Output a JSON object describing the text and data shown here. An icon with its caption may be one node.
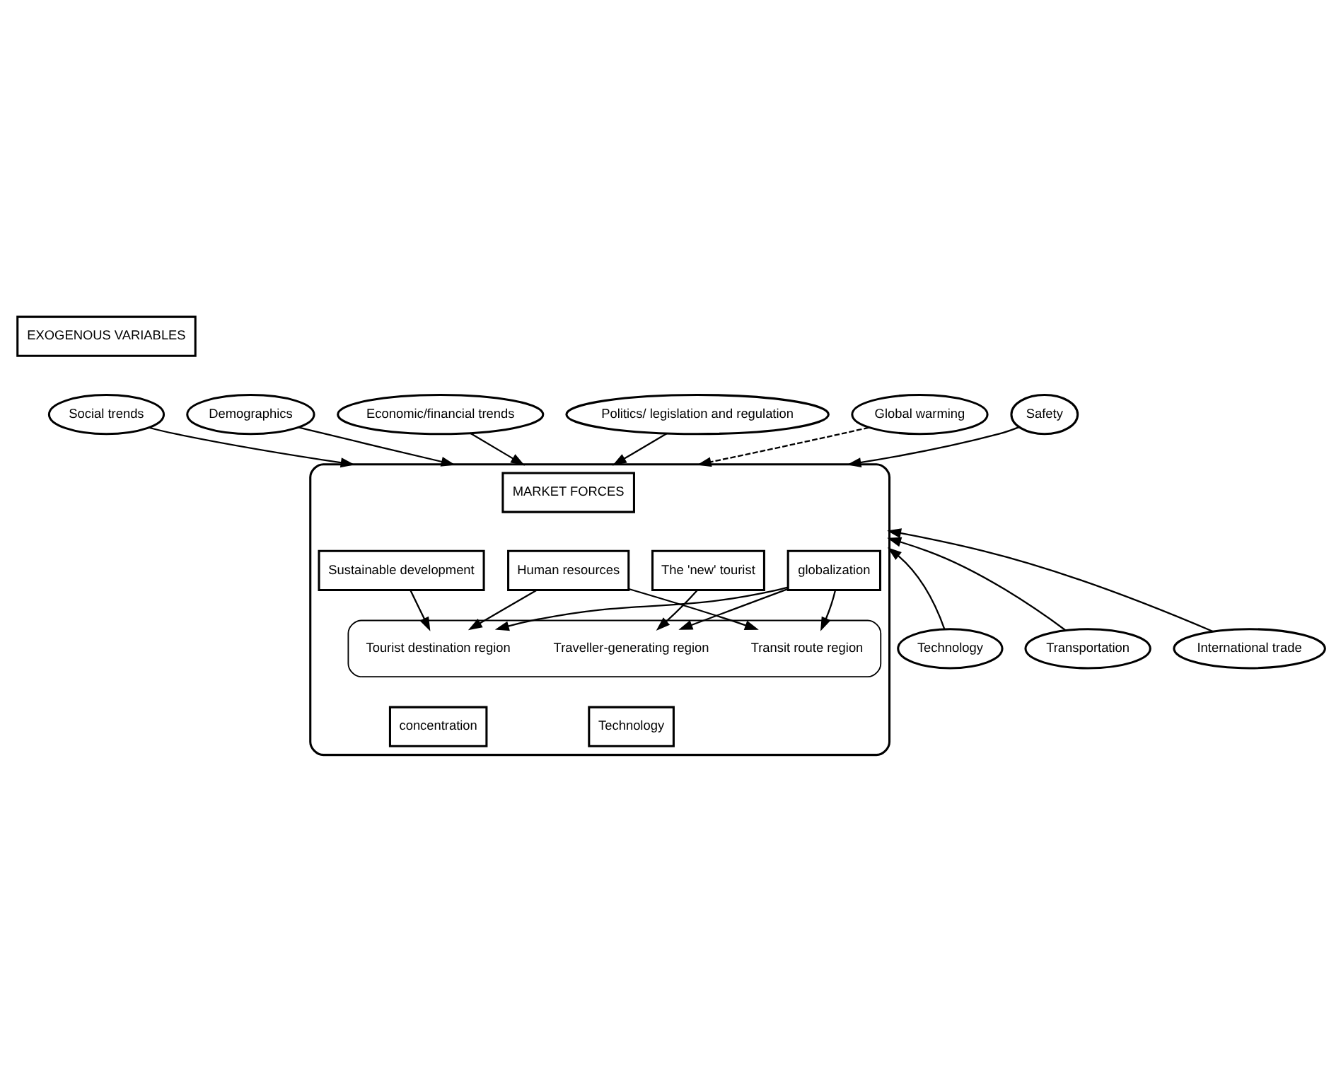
{
  "diagram": {
    "nodes": [
      {
        "text": [
          "EXOGENOUS VARIABLES"
        ]
      },
      {
        "text": [
          "Demographics"
        ]
      },
      {
        "text": [
          "Social trends"
        ]
      },
      {
        "text": [
          "Economic/financial trends"
        ]
      },
      {
        "text": [
          "Politics/ legislation and regulation"
        ]
      },
      {
        "text": [
          "Global warming"
        ]
      },
      {
        "text": [
          "Safety"
        ]
      },
      {
        "text": [
          "Technology"
        ]
      },
      {
        "text": [
          "Transportation"
        ]
      },
      {
        "text": [
          "International trade"
        ]
      },
      {
        "text": [],
        "shape": "box"
      },
      {
        "text": [
          "MARKET FORCES"
        ],
        "in": 10
      },
      {
        "text": [
          "The 'new' tourist"
        ],
        "in": 10
      },
      {
        "text": [
          "Human resources"
        ],
        "in": 10
      },
      {
        "text": [
          "Sustainable development"
        ],
        "in": 10
      },
      {
        "text": [],
        "shape": "cloud",
        "in": 10
      },
      {
        "text": [
          "Traveller-generating region"
        ],
        "in": 15
      },
      {
        "text": [
          "Transit route region"
        ],
        "in": 15
      },
      {
        "text": [
          "Tourist destination region"
        ],
        "in": 15
      },
      {
        "text": [
          "Technology"
        ],
        "in": 10
      },
      {
        "text": [
          "globalization"
        ],
        "in": 10
      },
      {
        "text": [
          "concentration"
        ],
        "in": 10
      }
    ],
    "edges": [
      {
        "from": 1,
        "to": 10,
        "arrow": "to"
      },
      {
        "from": 2,
        "to": 10,
        "arrow": "to"
      },
      {
        "from": 3,
        "to": 10,
        "arrow": "to"
      },
      {
        "from": 4,
        "to": 10,
        "arrow": "to"
      },
      {
        "from": 5,
        "to": 10,
        "arrow": "to",
        "style": "dashed"
      },
      {
        "from": 6,
        "to": 10,
        "arrow": "to"
      },
      {
        "from": 7,
        "to": 10,
        "arrow": "to"
      },
      {
        "from": 8,
        "to": 10,
        "arrow": "to"
      },
      {
        "from": 9,
        "to": 10,
        "arrow": "to"
      },
      {
        "from": 12,
        "to": 16,
        "arrow": "to"
      },
      {
        "from": 13,
        "to": 17,
        "arrow": "to"
      },
      {
        "from": 13,
        "to": 18,
        "arrow": "to"
      },
      {
        "from": 14,
        "to": 18,
        "arrow": "to"
      },
      {
        "from": 20,
        "to": 16,
        "arrow": "to"
      },
      {
        "from": 20,
        "to": 17,
        "arrow": "to"
      },
      {
        "from": 20,
        "to": 18,
        "arrow": "to"
      }
    ]
  }
}
